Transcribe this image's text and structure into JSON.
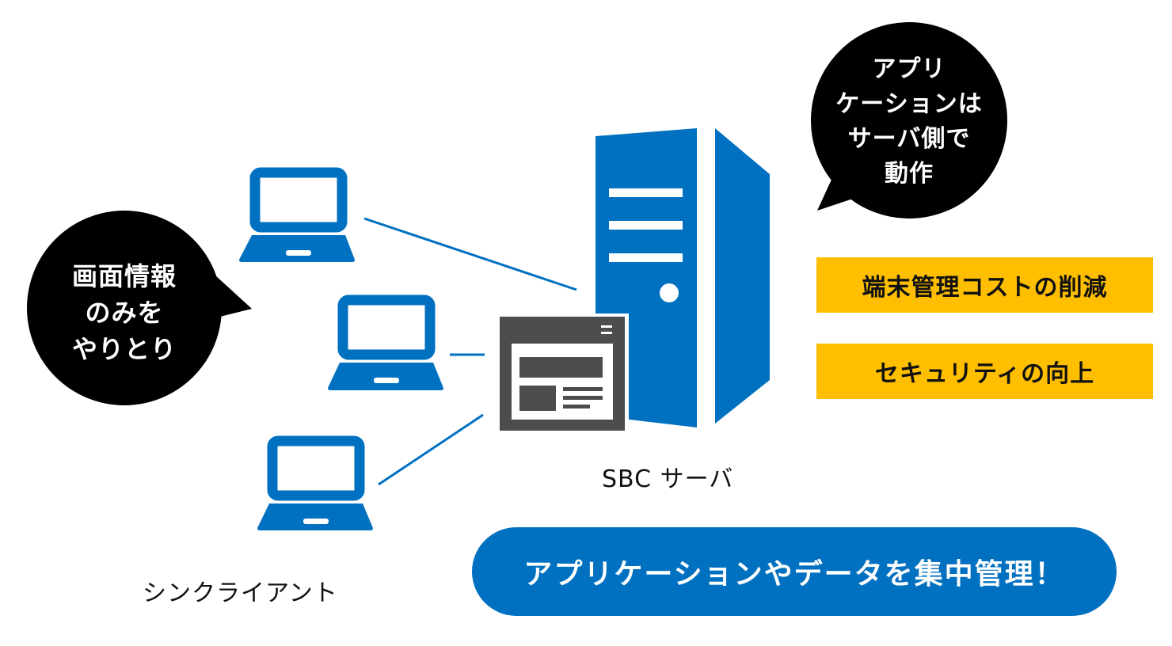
{
  "colors": {
    "blue": "#0070c0",
    "yellow": "#ffbf00",
    "black": "#000000",
    "dark_gray": "#4d4d4d"
  },
  "icons": {
    "clients": [
      "laptop-icon",
      "laptop-icon",
      "laptop-icon"
    ],
    "server": "server-tower-icon",
    "application": "application-window-icon"
  },
  "bubbles": {
    "left": "画面情報\nのみを\nやりとり",
    "right": "アプリ\nケーションは\nサーバ側で\n動作"
  },
  "labels": {
    "server": "SBC サーバ",
    "clients": "シンクライアント"
  },
  "benefits": [
    "端末管理コストの削減",
    "セキュリティの向上"
  ],
  "banner": "アプリケーションやデータを集中管理！"
}
